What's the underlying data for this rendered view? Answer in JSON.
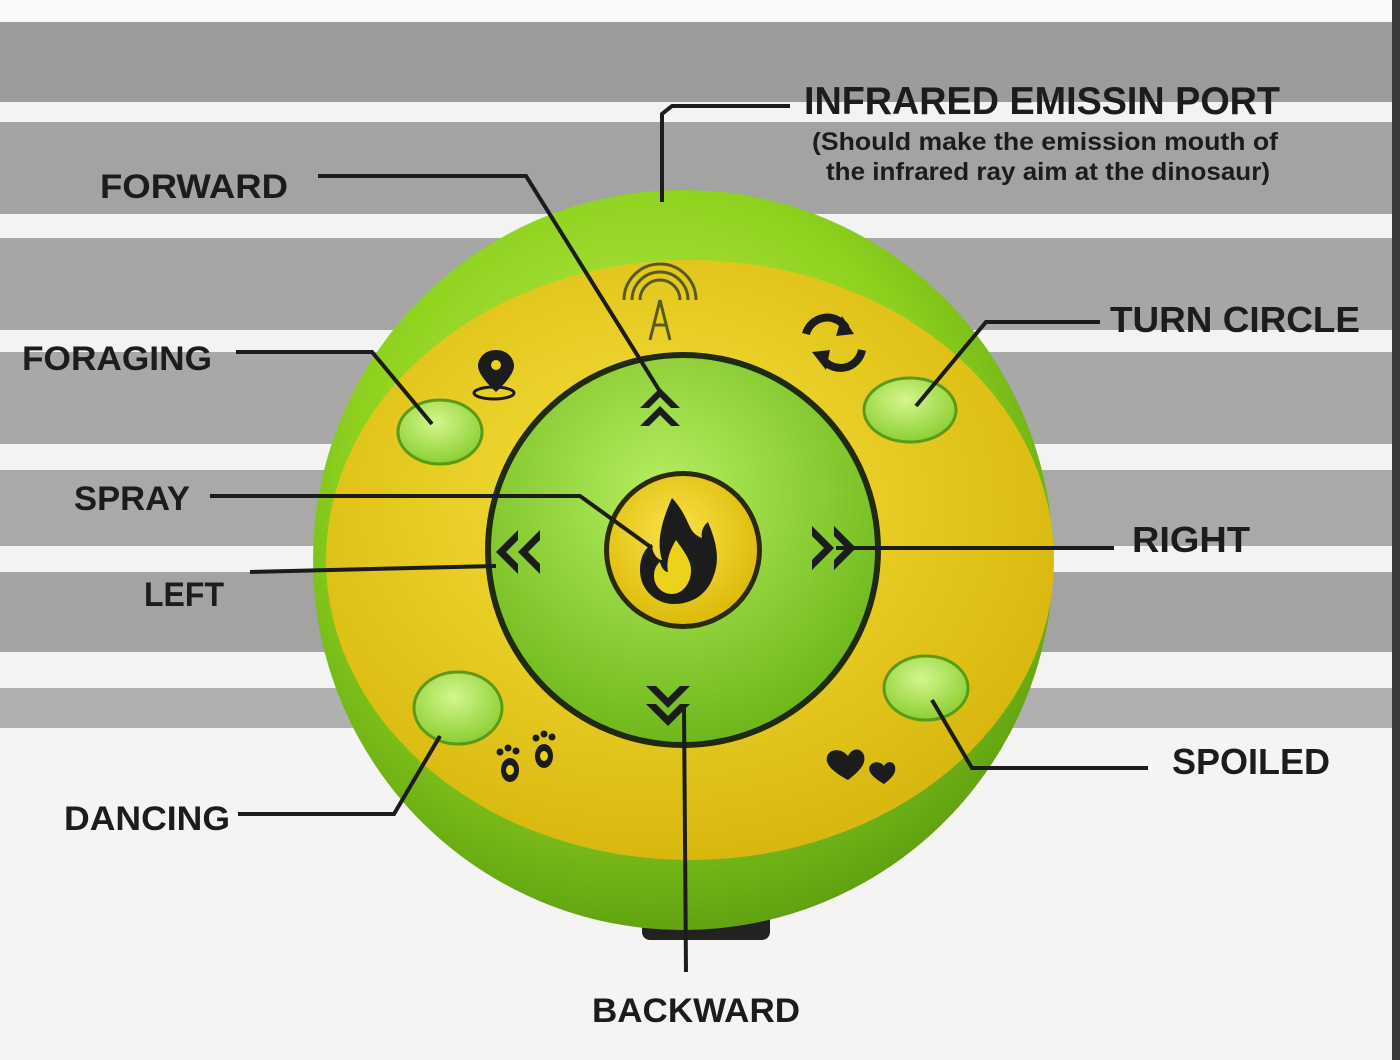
{
  "diagram": {
    "header": {
      "title": "INFRARED EMISSIN PORT",
      "note_line1": "(Should make the emission mouth of",
      "note_line2": "the infrared ray aim at the dinosaur)"
    },
    "labels": {
      "forward": "FORWARD",
      "foraging": "FORAGING",
      "spray": "SPRAY",
      "left": "LEFT",
      "dancing": "DANCING",
      "backward": "BACKWARD",
      "turn_circle": "TURN CIRCLE",
      "right": "RIGHT",
      "spoiled": "SPOILED"
    },
    "icons": {
      "top": "antenna-signal-icon",
      "foraging": "map-pin-icon",
      "turn_circle": "rotate-arrows-icon",
      "spray": "flame-icon",
      "dancing": "footprints-icon",
      "spoiled": "hearts-icon",
      "forward": "double-chevron-up-icon",
      "backward": "double-chevron-down-icon",
      "left": "double-chevron-left-icon",
      "right": "double-chevron-right-icon"
    },
    "colors": {
      "outer_green": "#8fd21e",
      "yellow_band": "#ecd21a",
      "inner_green": "#8ed631",
      "button_green": "#a8e84a",
      "center_yellow": "#f2d20e",
      "stripe_gray": "#9e9e9e",
      "ink": "#1c1c1c"
    }
  }
}
